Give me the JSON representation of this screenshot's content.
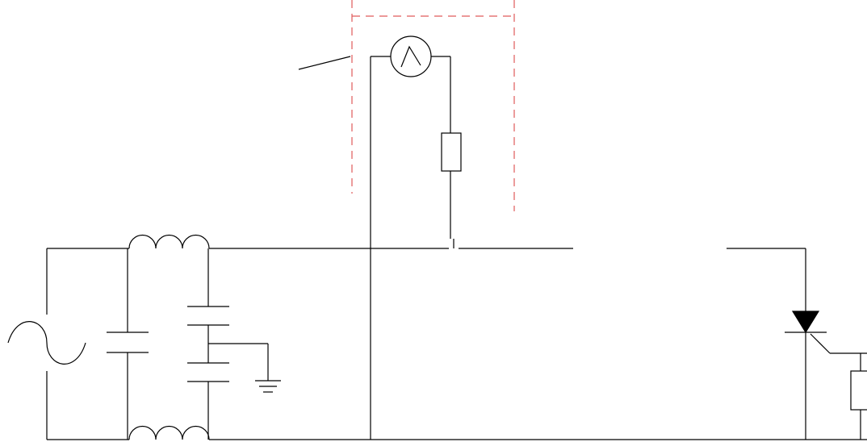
{
  "diagram": {
    "type": "circuit-schematic",
    "components": [
      "ac-source",
      "inductor",
      "capacitor",
      "ground",
      "signal-source",
      "resistor",
      "thyristor",
      "load-resistor"
    ],
    "colors": {
      "wire": "#000000",
      "boundary": "#e05a5a",
      "background": "#ffffff"
    },
    "boundary_style": "dashed"
  }
}
